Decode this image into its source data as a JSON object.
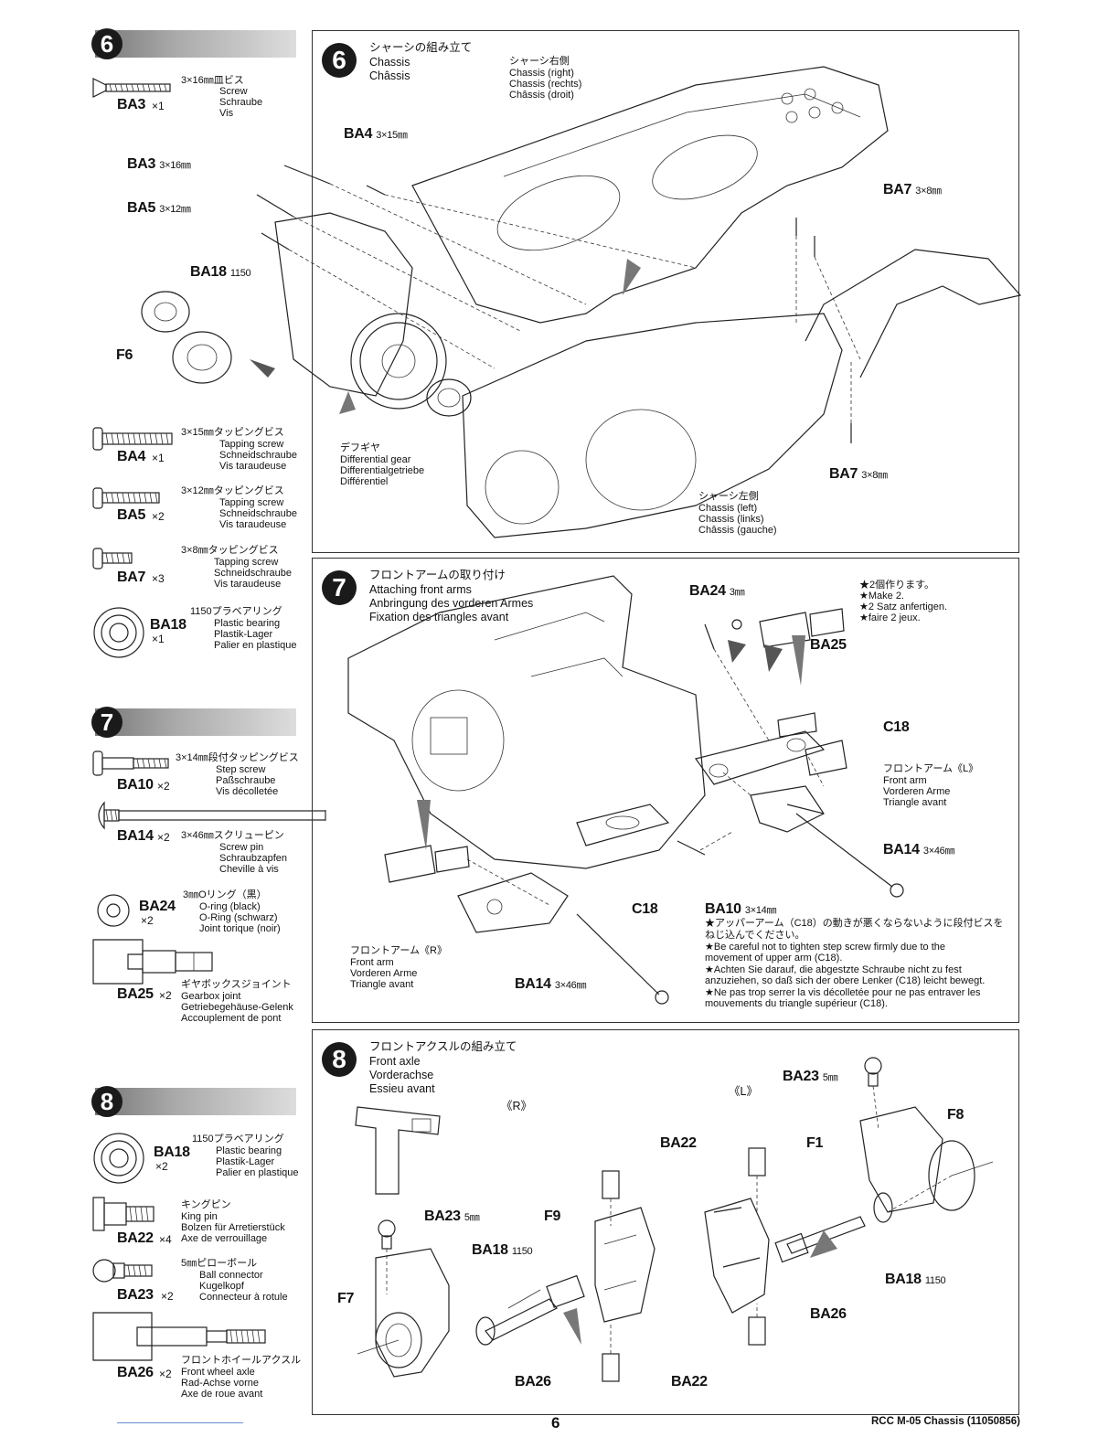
{
  "side": {
    "s6": {
      "num": "6",
      "items": [
        {
          "code": "BA3",
          "qty": "×1",
          "jp": "3×16㎜皿ビス",
          "l1": "Screw",
          "l2": "Schraube",
          "l3": "Vis"
        },
        {
          "code": "BA4",
          "qty": "×1",
          "jp": "3×15㎜タッピングビス",
          "l1": "Tapping screw",
          "l2": "Schneidschraube",
          "l3": "Vis taraudeuse"
        },
        {
          "code": "BA5",
          "qty": "×2",
          "jp": "3×12㎜タッピングビス",
          "l1": "Tapping screw",
          "l2": "Schneidschraube",
          "l3": "Vis taraudeuse"
        },
        {
          "code": "BA7",
          "qty": "×3",
          "jp": "3×8㎜タッピングビス",
          "l1": "Tapping screw",
          "l2": "Schneidschraube",
          "l3": "Vis taraudeuse"
        },
        {
          "code": "BA18",
          "qty": "×1",
          "jp": "1150プラベアリング",
          "l1": "Plastic bearing",
          "l2": "Plastik-Lager",
          "l3": "Palier en plastique"
        }
      ]
    },
    "s7": {
      "num": "7",
      "items": [
        {
          "code": "BA10",
          "qty": "×2",
          "jp": "3×14㎜段付タッピングビス",
          "l1": "Step screw",
          "l2": "Paßschraube",
          "l3": "Vis décolletée"
        },
        {
          "code": "BA14",
          "qty": "×2",
          "jp": "3×46㎜スクリューピン",
          "l1": "Screw pin",
          "l2": "Schraubzapfen",
          "l3": "Cheville à vis"
        },
        {
          "code": "BA24",
          "qty": "×2",
          "jp": "3㎜Oリング（黒）",
          "l1": "O-ring (black)",
          "l2": "O-Ring (schwarz)",
          "l3": "Joint torique (noir)"
        },
        {
          "code": "BA25",
          "qty": "×2",
          "jp": "ギヤボックスジョイント",
          "l1": "Gearbox joint",
          "l2": "Getriebegehäuse-Gelenk",
          "l3": "Accouplement de pont"
        }
      ]
    },
    "s8": {
      "num": "8",
      "items": [
        {
          "code": "BA18",
          "qty": "×2",
          "jp": "1150プラベアリング",
          "l1": "Plastic bearing",
          "l2": "Plastik-Lager",
          "l3": "Palier en plastique"
        },
        {
          "code": "BA22",
          "qty": "×4",
          "jp": "キングピン",
          "l1": "King pin",
          "l2": "Bolzen für Arretierstück",
          "l3": "Axe de verrouillage"
        },
        {
          "code": "BA23",
          "qty": "×2",
          "jp": "5㎜ピローボール",
          "l1": "Ball connector",
          "l2": "Kugelkopf",
          "l3": "Connecteur à rotule"
        },
        {
          "code": "BA26",
          "qty": "×2",
          "jp": "フロントホイールアクスル",
          "l1": "Front wheel axle",
          "l2": "Rad-Achse vorne",
          "l3": "Axe de roue avant"
        }
      ]
    }
  },
  "step6": {
    "num": "6",
    "jp": "シャーシの組み立て",
    "en": "Chassis",
    "fr": "Châssis",
    "right": {
      "jp": "シャーシ右側",
      "en": "Chassis (right)",
      "de": "Chassis (rechts)",
      "fr": "Châssis (droit)"
    },
    "left": {
      "jp": "シャーシ左側",
      "en": "Chassis (left)",
      "de": "Chassis (links)",
      "fr": "Châssis (gauche)"
    },
    "diff": {
      "jp": "デフギヤ",
      "en": "Differential gear",
      "de": "Differentialgetriebe",
      "fr": "Différentiel"
    },
    "labels": {
      "ba4": "BA4",
      "ba4dim": "3×15㎜",
      "ba3": "BA3",
      "ba3dim": "3×16㎜",
      "ba5": "BA5",
      "ba5dim": "3×12㎜",
      "ba18": "BA18",
      "ba18dim": "1150",
      "f6": "F6",
      "ba7a": "BA7",
      "ba7adim": "3×8㎜",
      "ba7b": "BA7",
      "ba7bdim": "3×8㎜"
    }
  },
  "step7": {
    "num": "7",
    "jp": "フロントアームの取り付け",
    "en": "Attaching front arms",
    "de": "Anbringung des vorderen Armes",
    "fr": "Fixation des triangles avant",
    "make": {
      "jp": "★2個作ります。",
      "en": "★Make 2.",
      "de": "★2 Satz anfertigen.",
      "fr": "★faire 2 jeux."
    },
    "armL": {
      "jp": "フロントアーム《L》",
      "en": "Front arm",
      "de": "Vorderen Arme",
      "fr": "Triangle avant"
    },
    "armR": {
      "jp": "フロントアーム《R》",
      "en": "Front arm",
      "de": "Vorderen Arme",
      "fr": "Triangle avant"
    },
    "labels": {
      "ba24": "BA24",
      "ba24dim": "3㎜",
      "ba25": "BA25",
      "c18a": "C18",
      "c18b": "C18",
      "ba14a": "BA14",
      "ba14adim": "3×46㎜",
      "ba10": "BA10",
      "ba10dim": "3×14㎜",
      "ba14b": "BA14",
      "ba14bdim": "3×46㎜"
    },
    "notes": [
      "★アッパーアーム（C18）の動きが悪くならないように段付ビスを",
      "ねじ込んでください。",
      "★Be careful not to tighten step screw firmly due to the",
      "movement of upper arm (C18).",
      "★Achten Sie darauf, die abgestzte Schraube nicht zu fest",
      "anzuziehen, so daß sich der obere Lenker (C18) leicht bewegt.",
      "★Ne pas trop serrer la vis décolletée pour ne pas entraver les",
      "mouvements du triangle supérieur (C18)."
    ]
  },
  "step8": {
    "num": "8",
    "jp": "フロントアクスルの組み立て",
    "en": "Front axle",
    "de": "Vorderachse",
    "fr": "Essieu avant",
    "sideR": "《R》",
    "sideL": "《L》",
    "labels": {
      "ba23a": "BA23",
      "ba23adim": "5㎜",
      "ba23b": "BA23",
      "ba23bdim": "5㎜",
      "f8": "F8",
      "ba22a": "BA22",
      "f1": "F1",
      "f9": "F9",
      "ba18a": "BA18",
      "ba18adim": "1150",
      "ba18b": "BA18",
      "ba18bdim": "1150",
      "f7": "F7",
      "ba26a": "BA26",
      "ba26b": "BA26",
      "ba22b": "BA22"
    }
  },
  "footer": {
    "page": "6",
    "title": "RCC M-05 Chassis (11050856)"
  }
}
